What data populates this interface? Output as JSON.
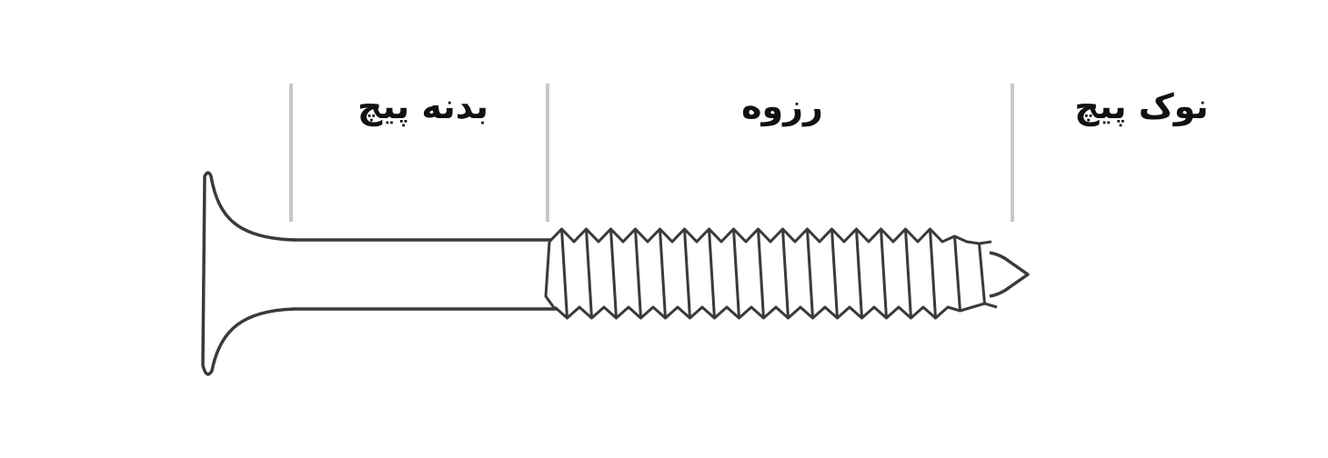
{
  "diagram": {
    "labels": {
      "shank": "بدنه پیچ",
      "thread": "رزوه",
      "tip": "نوک پیچ"
    },
    "colors": {
      "outline": "#3a3a3a",
      "divider": "#c8c8c8",
      "text": "#111111",
      "background": "#ffffff"
    }
  }
}
